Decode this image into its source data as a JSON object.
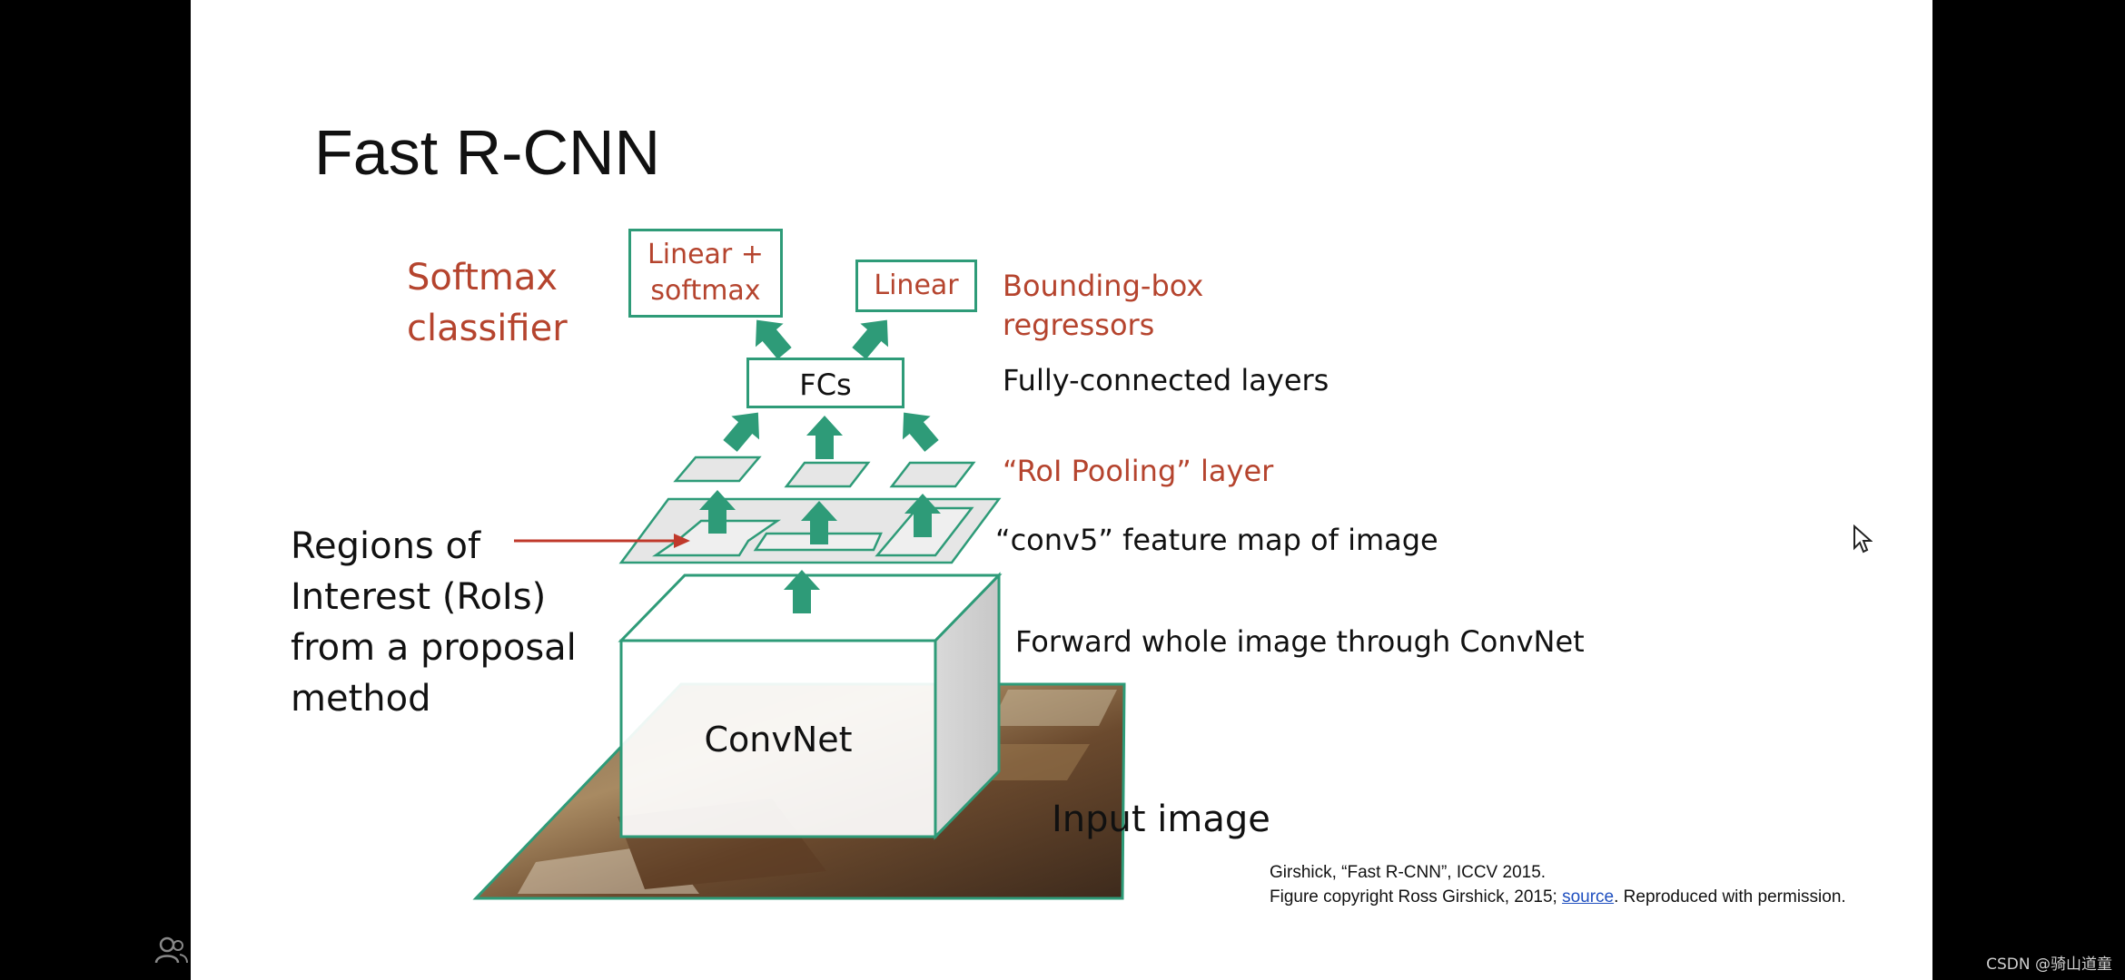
{
  "title": "Fast R-CNN",
  "labels": {
    "softmax_classifier": [
      "Softmax",
      "classifier"
    ],
    "linear_softmax": [
      "Linear +",
      "softmax"
    ],
    "linear": "Linear",
    "bbox_regressors": [
      "Bounding-box",
      "regressors"
    ],
    "fcs": "FCs",
    "fully_connected": "Fully-connected layers",
    "roi_pooling": "“RoI Pooling” layer",
    "feature_map": "“conv5” feature map of image",
    "rois": [
      "Regions of",
      "Interest (RoIs)",
      "from a proposal",
      "method"
    ],
    "forward": "Forward whole image through ConvNet",
    "convnet": "ConvNet",
    "input_image": "Input image"
  },
  "citation": {
    "line1": "Girshick, “Fast R-CNN”, ICCV 2015.",
    "line2_prefix": "Figure copyright Ross Girshick, 2015; ",
    "link": "source",
    "line2_suffix": ". Reproduced with permission."
  },
  "watermark": "CSDN @骑山道童",
  "colors": {
    "accent": "#2e9b78",
    "label_red": "#b5442e",
    "arrow_red": "#c0392b"
  },
  "icons": [
    "arrow-up-icon",
    "user-icon",
    "cursor-icon"
  ]
}
